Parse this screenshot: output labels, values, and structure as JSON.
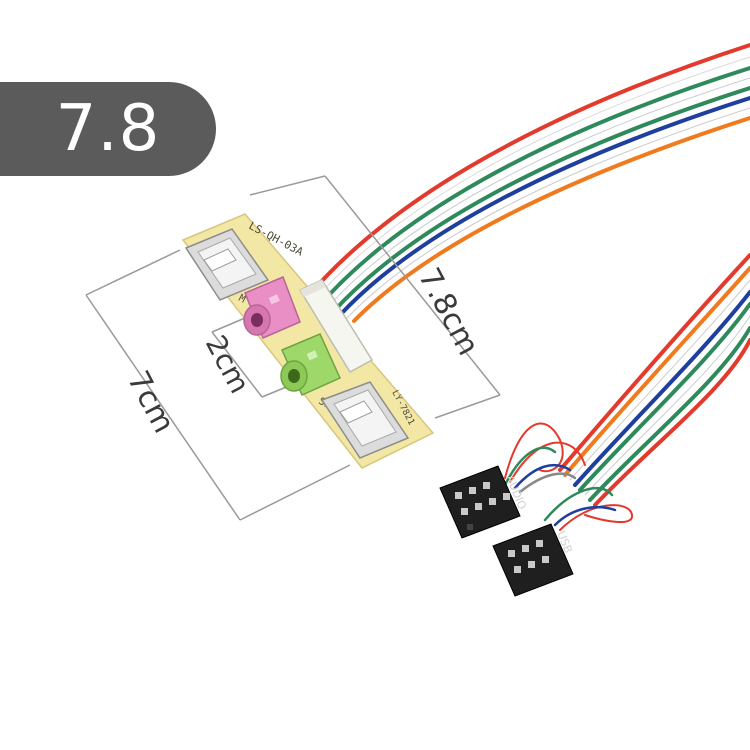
{
  "badge": {
    "label": "7.8"
  },
  "dimensions": {
    "length": "7.8cm",
    "width": "7cm",
    "spacing": "2cm"
  },
  "board": {
    "silkscreen_model": "LS-QH-03A",
    "silkscreen_mic": "M",
    "silkscreen_sp": "SP",
    "silkscreen_right": "LY-7821"
  },
  "connectors": {
    "audio": "AUDIO",
    "usb": "USB"
  },
  "colors": {
    "badge": "#5b5b5b",
    "pcb": "#f3e7a6",
    "pink_jack": "#e98fc6",
    "green_jack": "#9fd86a",
    "dimension_line": "#9a9a9a"
  }
}
